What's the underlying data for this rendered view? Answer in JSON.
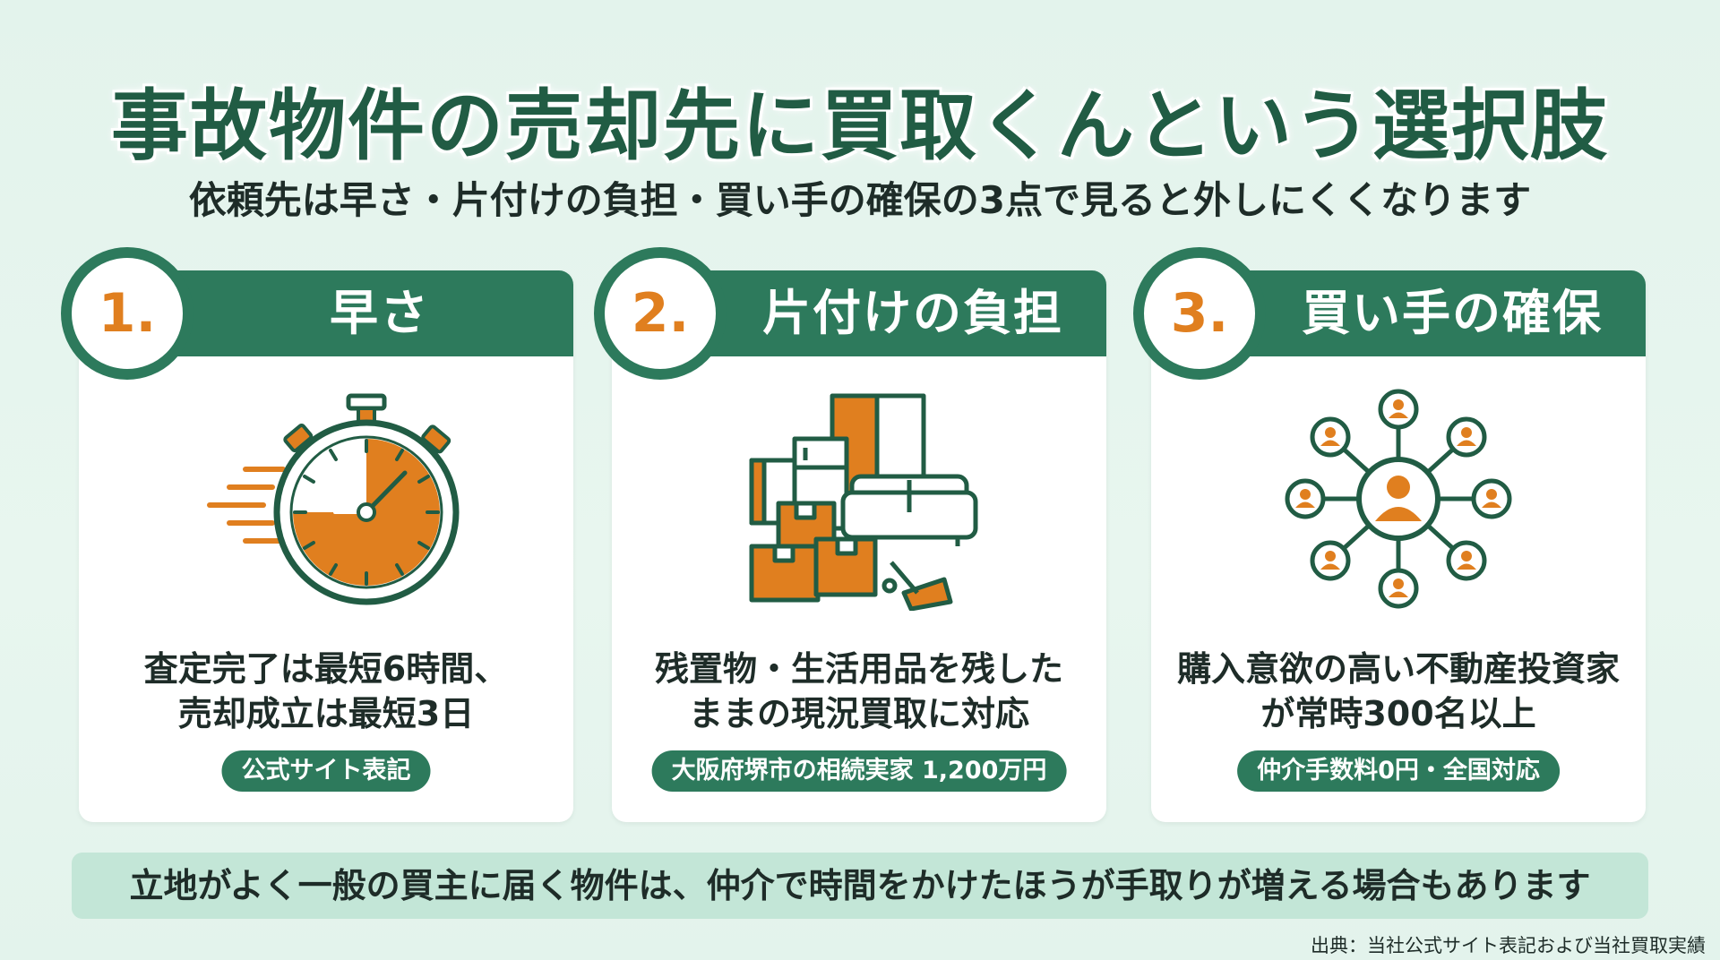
{
  "title": "事故物件の売却先に買取くんという選択肢",
  "subtitle": "依頼先は早さ・片付けの負担・買い手の確保の3点で見ると外しにくくなります",
  "cards": [
    {
      "number": "1.",
      "label": "早さ",
      "icon": "stopwatch-icon",
      "desc_line1": "査定完了は最短6時間、",
      "desc_line2": "売却成立は最短3日",
      "pill": "公式サイト表記"
    },
    {
      "number": "2.",
      "label": "片付けの負担",
      "icon": "household-items-icon",
      "desc_line1": "残置物・生活用品を残した",
      "desc_line2": "ままの現況買取に対応",
      "pill": "大阪府堺市の相続実家 1,200万円"
    },
    {
      "number": "3.",
      "label": "買い手の確保",
      "icon": "buyer-network-icon",
      "desc_line1": "購入意欲の高い不動産投資家",
      "desc_line2": "が常時300名以上",
      "pill": "仲介手数料0円・全国対応"
    }
  ],
  "note": "立地がよく一般の買主に届く物件は、仲介で時間をかけたほうが手取りが増える場合もあります",
  "source": "出典：当社公式サイト表記および当社買取実績",
  "colors": {
    "primary_green": "#2d7a5c",
    "accent_orange": "#e07f1f",
    "background": "#e5f4ed",
    "note_bg": "#c3e6d7"
  }
}
